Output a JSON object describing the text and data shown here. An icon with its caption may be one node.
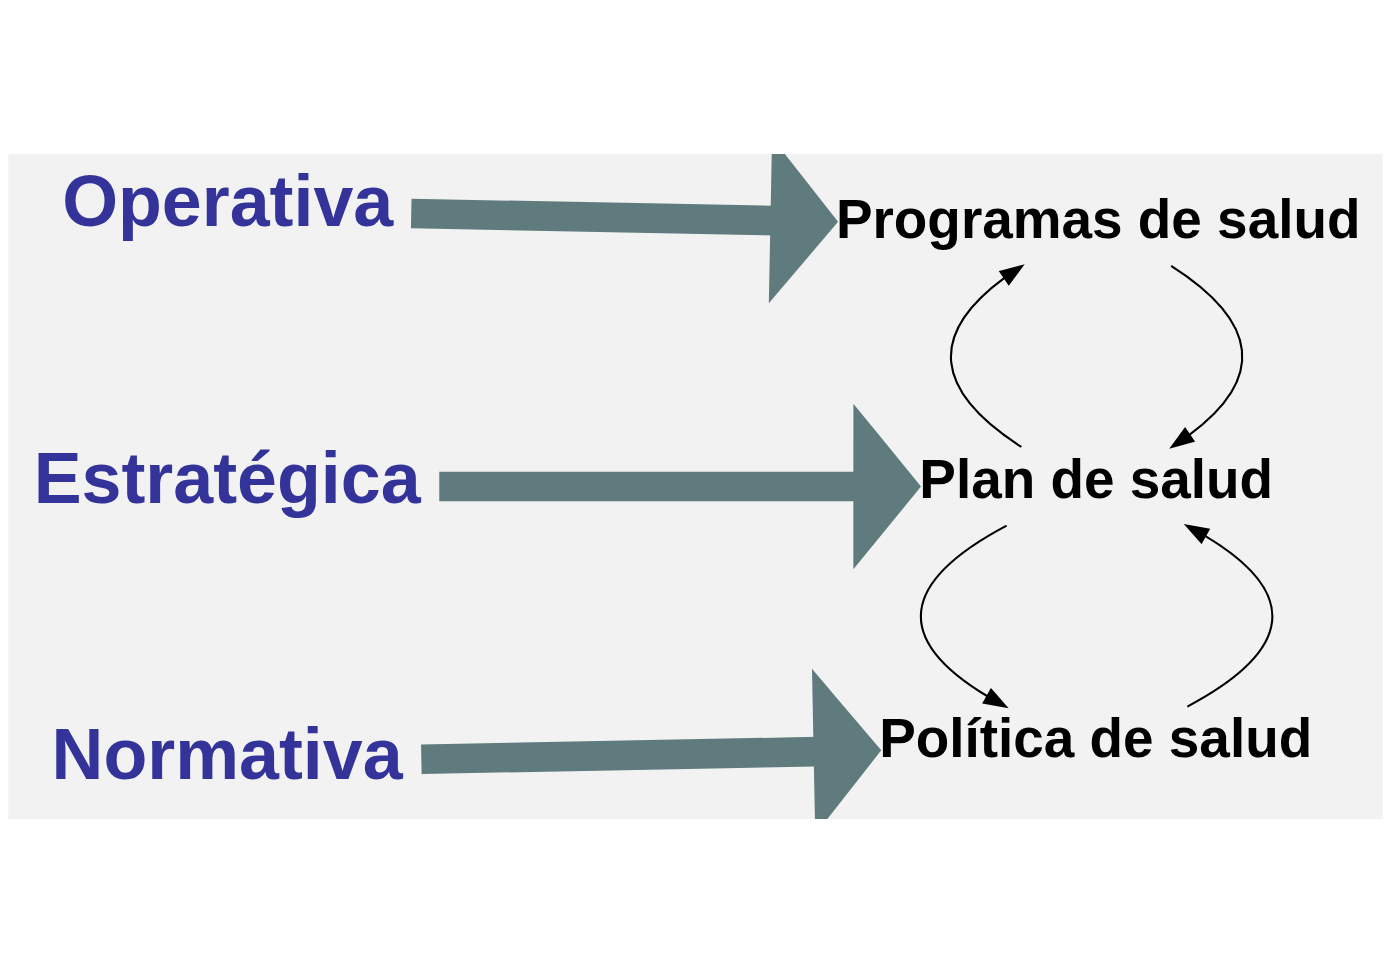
{
  "diagram": {
    "nodes": [
      {
        "text": [
          "Normativa"
        ]
      },
      {
        "text": [
          "Política de salud"
        ]
      },
      {
        "text": [
          "Estratégica"
        ]
      },
      {
        "text": [
          "Plan de salud"
        ]
      },
      {
        "text": [
          "Operativa"
        ]
      },
      {
        "text": [
          "Programas de salud"
        ]
      }
    ],
    "edges": [
      {
        "from": 0,
        "to": 1,
        "arrow": "to",
        "style": "thick",
        "color": "#5f7b7d"
      },
      {
        "from": 1,
        "to": 3,
        "arrow": "to"
      },
      {
        "from": 3,
        "to": 1,
        "arrow": "to"
      },
      {
        "from": 2,
        "to": 3,
        "arrow": "to",
        "style": "thick",
        "color": "#5f7b7d"
      },
      {
        "from": 5,
        "to": 3,
        "arrow": "to"
      },
      {
        "from": 3,
        "to": 5,
        "arrow": "to"
      },
      {
        "from": 4,
        "to": 5,
        "arrow": "to",
        "style": "thick",
        "color": "#5f7b7d"
      }
    ]
  }
}
